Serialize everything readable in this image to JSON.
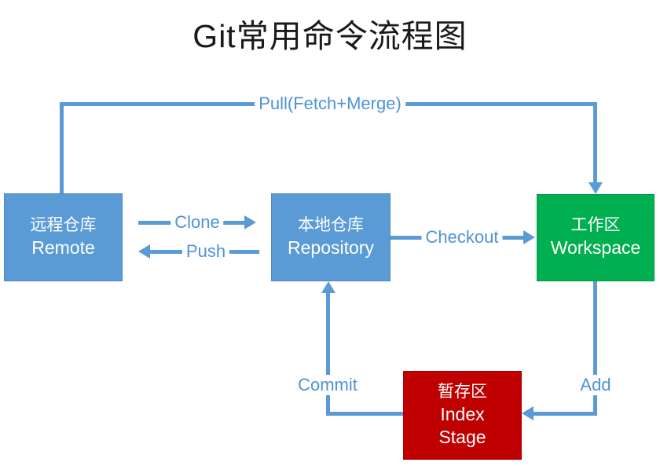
{
  "title": "Git常用命令流程图",
  "colors": {
    "box_blue": "#5B9BD5",
    "box_green": "#00B050",
    "box_red": "#C00000",
    "line_blue": "#5B9BD5",
    "label_blue": "#4E93D6",
    "title_color": "#1a1a1a"
  },
  "nodes": {
    "remote": {
      "zh": "远程仓库",
      "en": "Remote"
    },
    "repository": {
      "zh": "本地仓库",
      "en": "Repository"
    },
    "workspace": {
      "zh": "工作区",
      "en": "Workspace"
    },
    "index": {
      "zh": "暂存区",
      "en": "Index",
      "en2": "Stage"
    }
  },
  "edges": {
    "pull": "Pull(Fetch+Merge)",
    "clone": "Clone",
    "push": "Push",
    "checkout": "Checkout",
    "commit": "Commit",
    "add": "Add"
  },
  "chart_data": {
    "type": "table",
    "title": "Git常用命令流程图",
    "flows": [
      {
        "command": "Pull(Fetch+Merge)",
        "from": "远程仓库 Remote",
        "to": "工作区 Workspace"
      },
      {
        "command": "Clone",
        "from": "远程仓库 Remote",
        "to": "本地仓库 Repository"
      },
      {
        "command": "Push",
        "from": "本地仓库 Repository",
        "to": "远程仓库 Remote"
      },
      {
        "command": "Checkout",
        "from": "本地仓库 Repository",
        "to": "工作区 Workspace"
      },
      {
        "command": "Add",
        "from": "工作区 Workspace",
        "to": "暂存区 Index Stage"
      },
      {
        "command": "Commit",
        "from": "暂存区 Index Stage",
        "to": "本地仓库 Repository"
      }
    ]
  }
}
